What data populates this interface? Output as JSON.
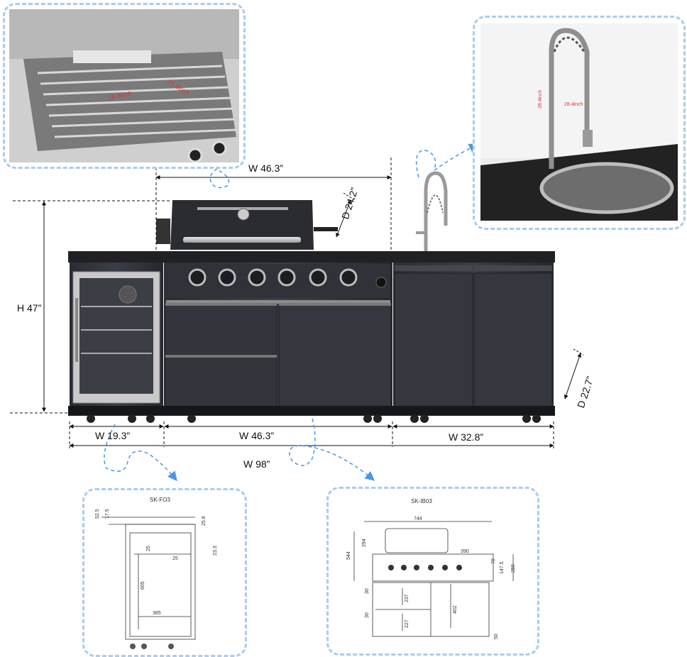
{
  "dimensions": {
    "grill_width": "W 46.3”",
    "grill_depth": "D 24.2”",
    "height": "H 47”",
    "cabinet_depth": "D 22.7”",
    "fridge_width": "W 19.3”",
    "center_width": "W 46.3”",
    "sink_width": "W 32.8”",
    "total_width": "W 98”"
  },
  "fridge_drawing": {
    "model": "SK-FO3",
    "dims": [
      "52.5",
      "17.5",
      "25.8",
      "23.3",
      "25",
      "25",
      "605",
      "385"
    ]
  },
  "grill_drawing": {
    "model": "SK-IB03",
    "dims": [
      "744",
      "294",
      "544",
      "390",
      "70",
      "147.5",
      "250",
      "237",
      "402",
      "227",
      "30",
      "30",
      "50"
    ]
  },
  "faucet_photo": {
    "labels": [
      "28.4inch",
      "28.4inch"
    ]
  },
  "grill_photo": {
    "labels": [
      "19.3inch",
      "20.3inch"
    ]
  },
  "colors": {
    "accent_dashed": "#a9ccef",
    "arrow_blue": "#3d8fe0",
    "cabinet_dark": "#2c2f36"
  }
}
